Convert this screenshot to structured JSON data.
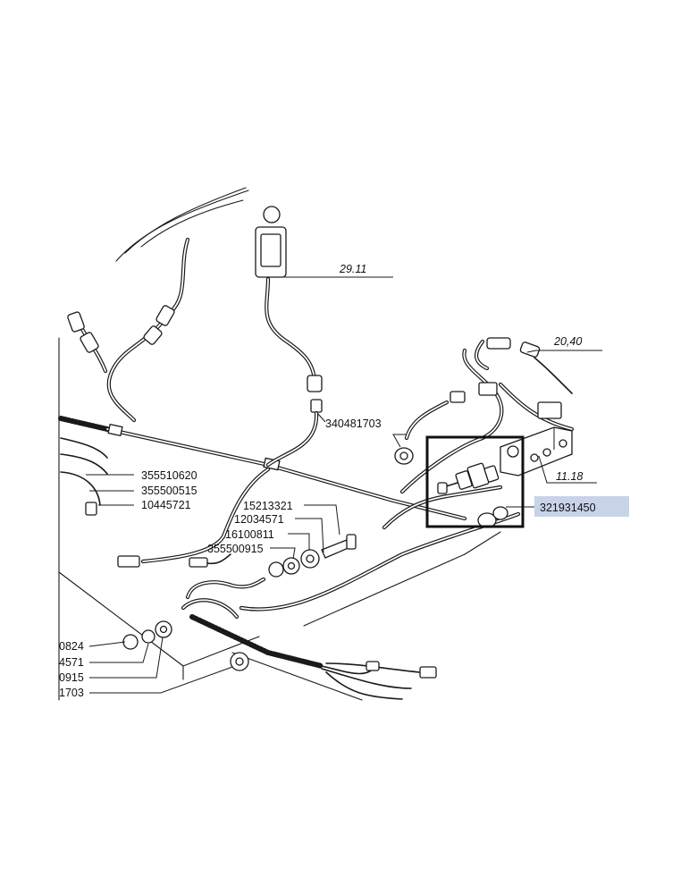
{
  "labels": {
    "ref_29_11": "29.11",
    "ref_20_40": "20,40",
    "ref_11_18": "11.18",
    "part_340481703": "340481703",
    "part_355510620": "355510620",
    "part_355500515": "355500515",
    "part_10445721": "10445721",
    "part_15213321": "15213321",
    "part_12034571": "12034571",
    "part_16100811": "16100811",
    "part_355500915": "355500915",
    "part_321931450": "321931450",
    "cut_0824": "0824",
    "cut_4571": "4571",
    "cut_0915": "0915",
    "cut_1703": "1703"
  },
  "highlight": {
    "selected_part": "321931450",
    "color": "#c8d3ea"
  }
}
